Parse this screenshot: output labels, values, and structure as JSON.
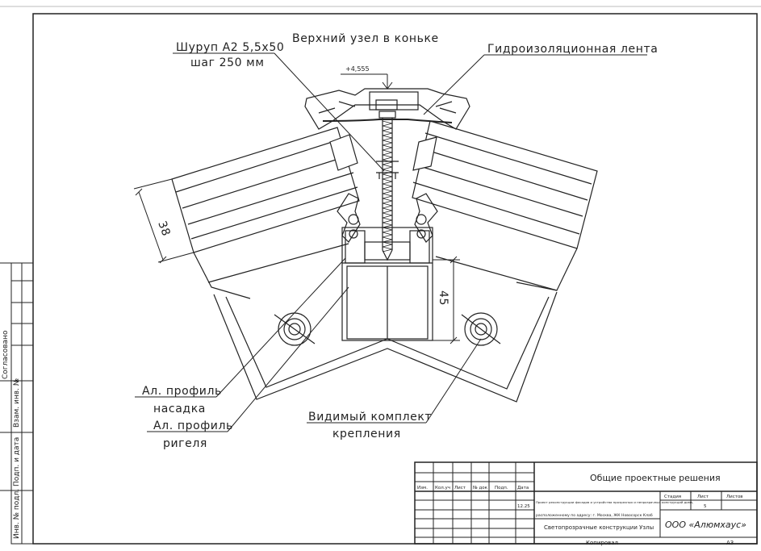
{
  "drawing": {
    "title": "Верхний узел в коньке",
    "elevation": "+4,555",
    "screw_line1": "Шуруп А2 5,5х50",
    "screw_line2": "шаг 250 мм",
    "tape_label": "Гидроизоляционная лента",
    "dim_38": "38",
    "dim_45": "45",
    "cap_profile_line1": "Ал. профиль",
    "cap_profile_line2": "насадка",
    "rail_profile_line1": "Ал. профиль",
    "rail_profile_line2": "ригеля",
    "fastener_line1": "Видимый комплект",
    "fastener_line2": "крепления"
  },
  "side_stamp": {
    "agreed": "Согласовано",
    "replace_inv": "Взам. инв. №",
    "sign_date": "Подп. и дата",
    "inv_orig": "Инв. № подл."
  },
  "title_block": {
    "headers": [
      "Изм.",
      "Кол.уч",
      "Лист",
      "№ док",
      "Подп.",
      "Дата"
    ],
    "date": "12.25",
    "doc_title": "Общие проектные решения",
    "project_line1": "Проект реконструкции фасадов и устройства прозрачных и непрозрачных конструкций дома,",
    "project_line2": "расположенному по адресу: г. Москва, ЖК Новосорск Клаб",
    "section": "Светопрозрачные конструкции Узлы",
    "stage_label": "Стадия",
    "sheet_label": "Лист",
    "sheets_label": "Листов",
    "sheet_no": "5",
    "company": "ООО «Алюмхаус»",
    "copied": "Копировал",
    "format": "А3"
  }
}
